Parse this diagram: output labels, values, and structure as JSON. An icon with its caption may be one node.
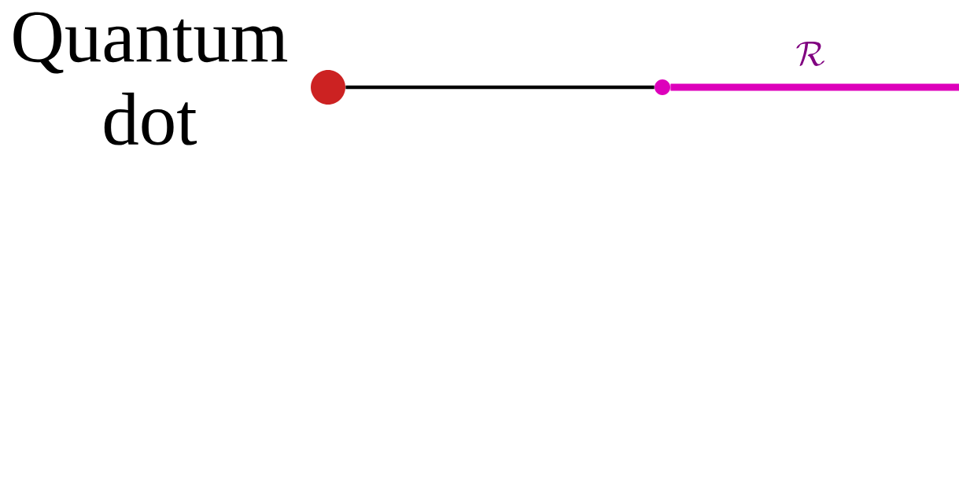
{
  "diagram": {
    "nodes": [
      {
        "text": [],
        "shape": "circle",
        "beside": [
          "Quantum dot"
        ]
      },
      {
        "text": [],
        "shape": "circle"
      }
    ],
    "edges": [
      {
        "from": 0,
        "to": 1,
        "arrow": "none"
      },
      {
        "from": 1,
        "to": null,
        "arrow": "none",
        "label": "\\mathcal{R}",
        "style": "thick",
        "color": "#dd00bb"
      }
    ]
  }
}
